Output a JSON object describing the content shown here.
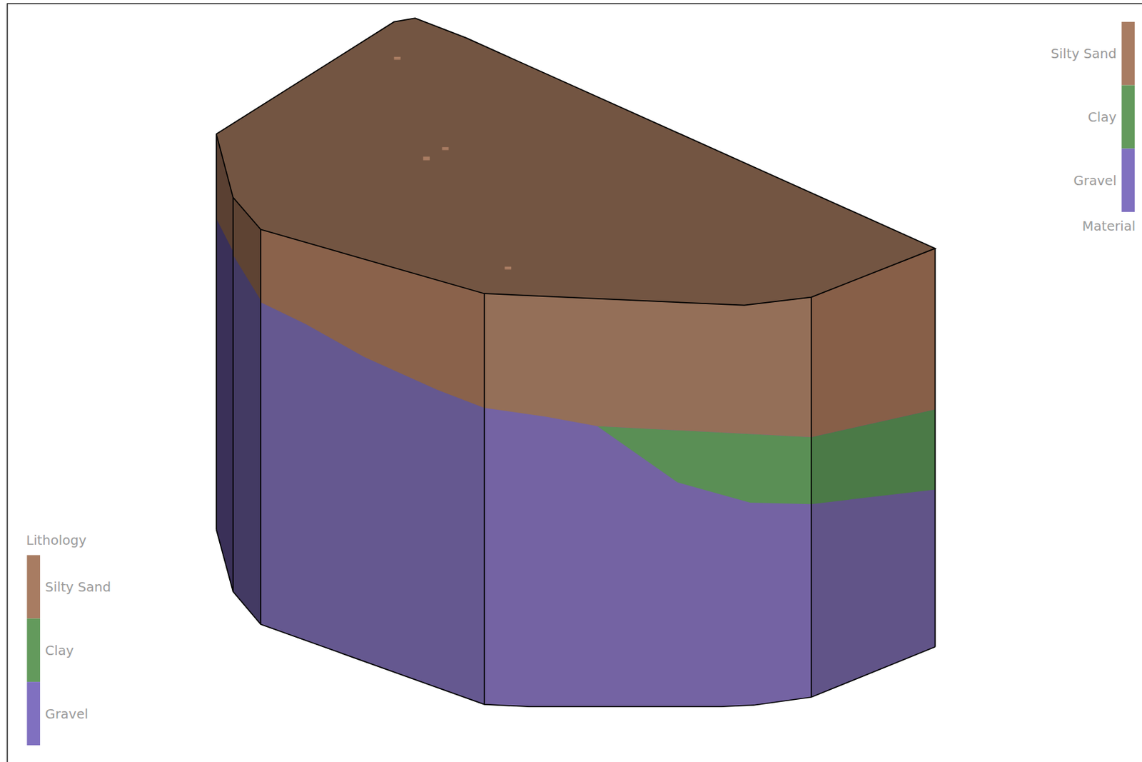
{
  "diagram": {
    "labels": [
      "Lithology",
      "Material"
    ],
    "legend": [
      {
        "text": "Silty Sand",
        "color": "#a87c62"
      },
      {
        "text": "Clay",
        "color": "#639a5c"
      },
      {
        "text": "Gravel",
        "color": "#8070c0"
      },
      {
        "text": "Silty Sand",
        "color": "#a87c62"
      },
      {
        "text": "Clay",
        "color": "#639a5c"
      },
      {
        "text": "Gravel",
        "color": "#8070c0"
      }
    ]
  }
}
